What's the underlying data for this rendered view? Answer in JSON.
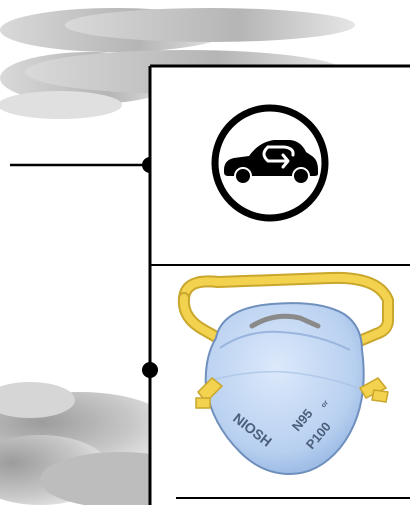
{
  "figure": {
    "panels": [
      {
        "id": "recirculate-air",
        "icon_name": "car-air-recirculation-icon"
      },
      {
        "id": "respirator-mask",
        "icon_name": "n95-respirator-icon",
        "mask_text_left": "NIOSH",
        "mask_text_right_line1": "N95",
        "mask_text_right_or": "or",
        "mask_text_right_line2": "P100"
      }
    ]
  },
  "colors": {
    "frame": "#000000",
    "mask_blue": "#bcd4f2",
    "mask_blue_dark": "#8fb2e1",
    "strap_yellow": "#f3d24f",
    "strap_yellow_dark": "#d7b52e",
    "smoke_gray": "#cfcfcf"
  }
}
